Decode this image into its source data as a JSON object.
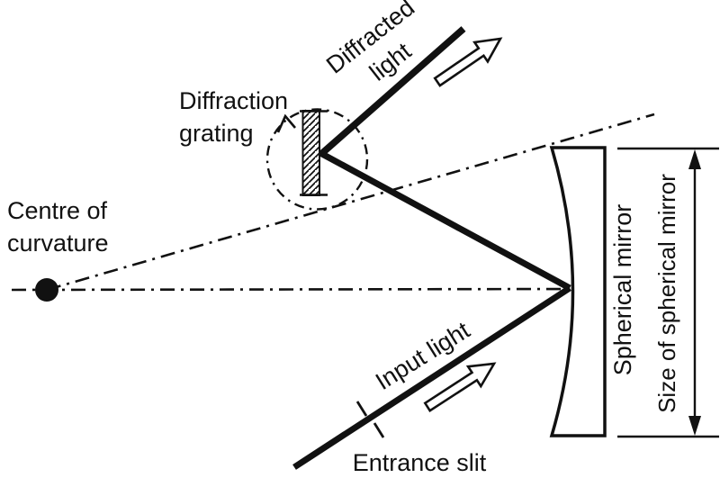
{
  "colors": {
    "ink": "#111111",
    "background": "#ffffff"
  },
  "icons": {
    "centre_dot": "filled-circle",
    "input_light_arrow": "open-arrow-up-right",
    "diffracted_light_arrow": "open-arrow-up-right",
    "size_measure_arrow": "double-headed-vertical-arrow",
    "grating_rotation_tick": "rotation-arrowhead"
  },
  "labels": {
    "diffracted_light": {
      "line1": "Diffracted",
      "line2": "light"
    },
    "diffraction_grating": {
      "line1": "Diffraction",
      "line2": "grating"
    },
    "centre_of_curvature": {
      "line1": "Centre of",
      "line2": "curvature"
    },
    "input_light": "Input light",
    "entrance_slit": "Entrance slit",
    "spherical_mirror": "Spherical mirror",
    "size_of_spherical_mirror": "Size of spherical mirror"
  }
}
